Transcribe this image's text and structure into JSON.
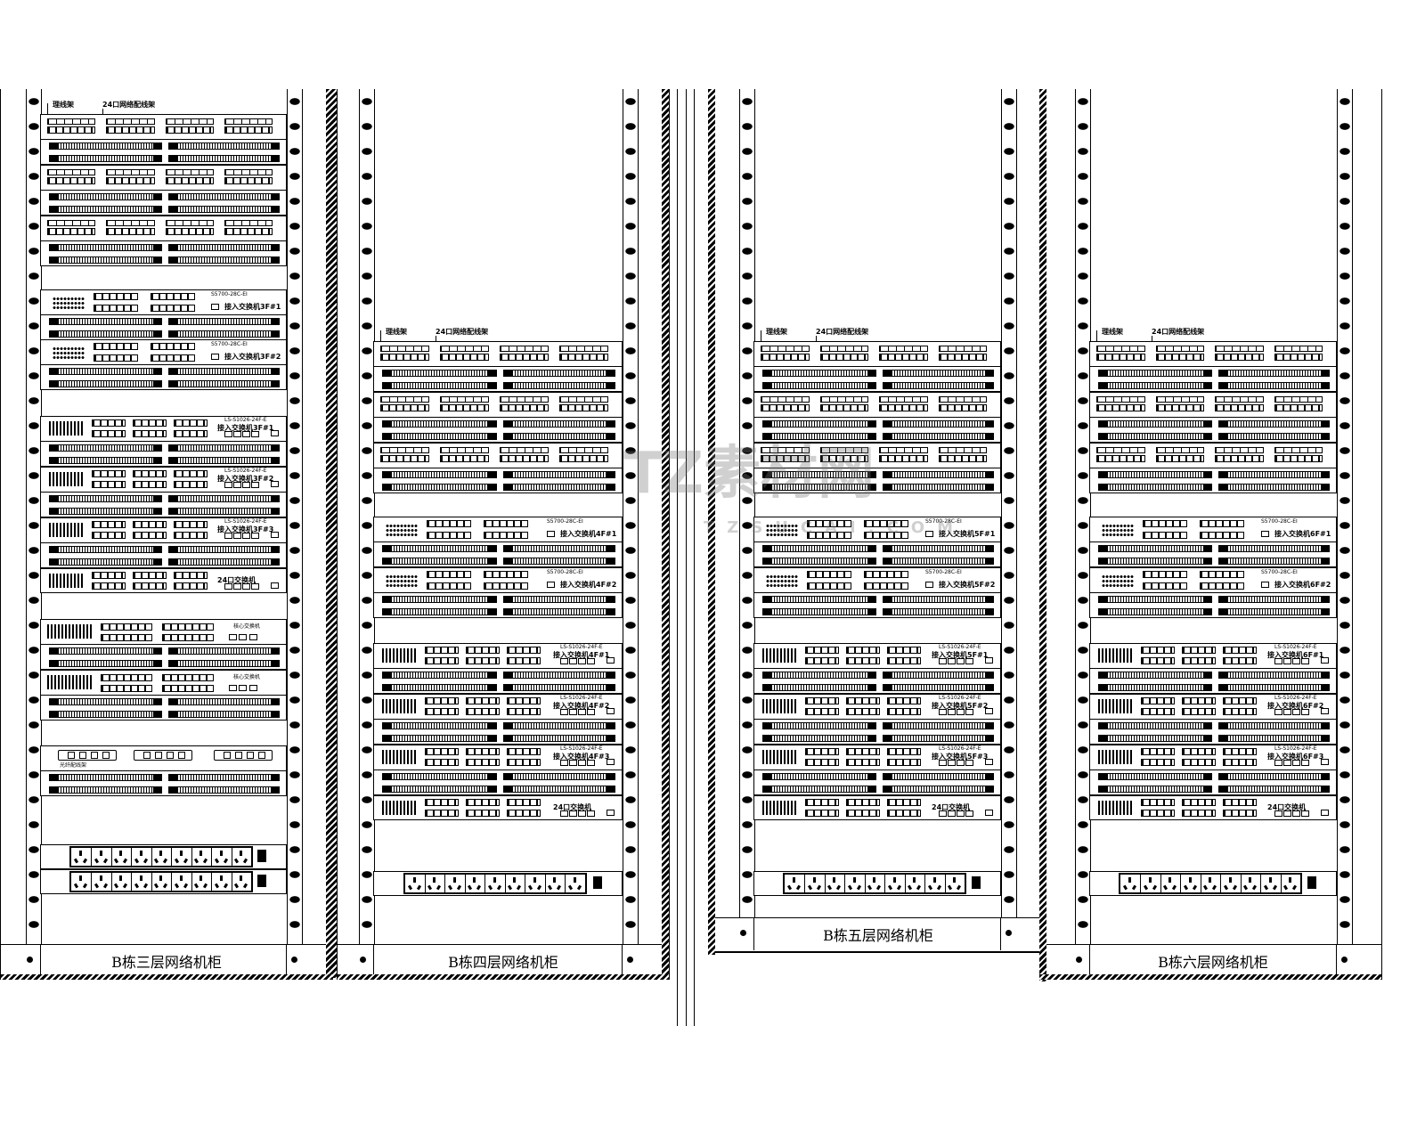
{
  "watermark": {
    "brand": "TZ素材网",
    "site": "TZSUCAI.COM"
  },
  "cabinets": [
    {
      "title": "B栋三层网络机柜",
      "patch_labels": {
        "cable_manager": "理线架",
        "patch_panel": "24口网络配线架"
      },
      "switch_a": [
        {
          "model": "S5700-28C-EI",
          "name": "接入交换机3F#1"
        },
        {
          "model": "S5700-28C-EI",
          "name": "接入交换机3F#2"
        }
      ],
      "switch_b": [
        {
          "model": "LS-S1026-24F-E",
          "name": "接入交换机3F#1"
        },
        {
          "model": "LS-S1026-24F-E",
          "name": "接入交换机3F#2"
        },
        {
          "model": "LS-S1026-24F-E",
          "name": "接入交换机3F#3"
        },
        {
          "model": "",
          "name": "24口交换机"
        }
      ],
      "switch_c": [
        {
          "name": "核心交换机"
        },
        {
          "name": "核心交换机"
        }
      ],
      "fiber_label": "光纤配线架",
      "pdu_count": 2
    },
    {
      "title": "B栋四层网络机柜",
      "patch_labels": {
        "cable_manager": "理线架",
        "patch_panel": "24口网络配线架"
      },
      "switch_a": [
        {
          "model": "S5700-28C-EI",
          "name": "接入交换机4F#1"
        },
        {
          "model": "S5700-28C-EI",
          "name": "接入交换机4F#2"
        }
      ],
      "switch_b": [
        {
          "model": "LS-S1026-24F-E",
          "name": "接入交换机4F#1"
        },
        {
          "model": "LS-S1026-24F-E",
          "name": "接入交换机4F#2"
        },
        {
          "model": "LS-S1026-24F-E",
          "name": "接入交换机4F#3"
        },
        {
          "model": "",
          "name": "24口交换机"
        }
      ],
      "pdu_count": 1
    },
    {
      "title": "B栋五层网络机柜",
      "patch_labels": {
        "cable_manager": "理线架",
        "patch_panel": "24口网络配线架"
      },
      "switch_a": [
        {
          "model": "S5700-28C-EI",
          "name": "接入交换机5F#1"
        },
        {
          "model": "S5700-28C-EI",
          "name": "接入交换机5F#2"
        }
      ],
      "switch_b": [
        {
          "model": "LS-S1026-24F-E",
          "name": "接入交换机5F#1"
        },
        {
          "model": "LS-S1026-24F-E",
          "name": "接入交换机5F#2"
        },
        {
          "model": "LS-S1026-24F-E",
          "name": "接入交换机5F#3"
        },
        {
          "model": "",
          "name": "24口交换机"
        }
      ],
      "pdu_count": 1
    },
    {
      "title": "B栋六层网络机柜",
      "patch_labels": {
        "cable_manager": "理线架",
        "patch_panel": "24口网络配线架"
      },
      "switch_a": [
        {
          "model": "S5700-28C-EI",
          "name": "接入交换机6F#1"
        },
        {
          "model": "S5700-28C-EI",
          "name": "接入交换机6F#2"
        }
      ],
      "switch_b": [
        {
          "model": "LS-S1026-24F-E",
          "name": "接入交换机6F#1"
        },
        {
          "model": "LS-S1026-24F-E",
          "name": "接入交换机6F#2"
        },
        {
          "model": "LS-S1026-24F-E",
          "name": "接入交换机6F#3"
        },
        {
          "model": "",
          "name": "24口交换机"
        }
      ],
      "pdu_count": 1
    }
  ]
}
